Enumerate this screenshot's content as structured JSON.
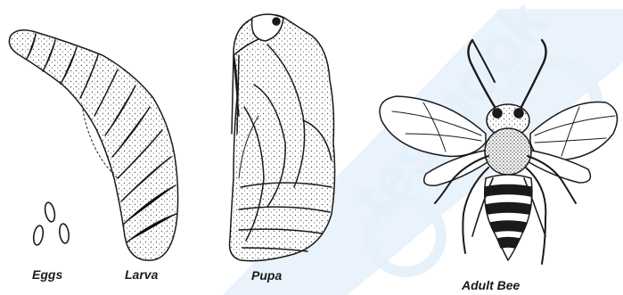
{
  "figure": {
    "labels": {
      "eggs": "Eggs",
      "larva": "Larva",
      "pupa": "Pupa",
      "adult": "Adult Bee"
    },
    "watermark_text": "testbook"
  },
  "colors": {
    "ink": "#1a1a1a",
    "paper": "#ffffff",
    "watermark": "#d2e6f7",
    "shade": "#8a8a8a"
  }
}
